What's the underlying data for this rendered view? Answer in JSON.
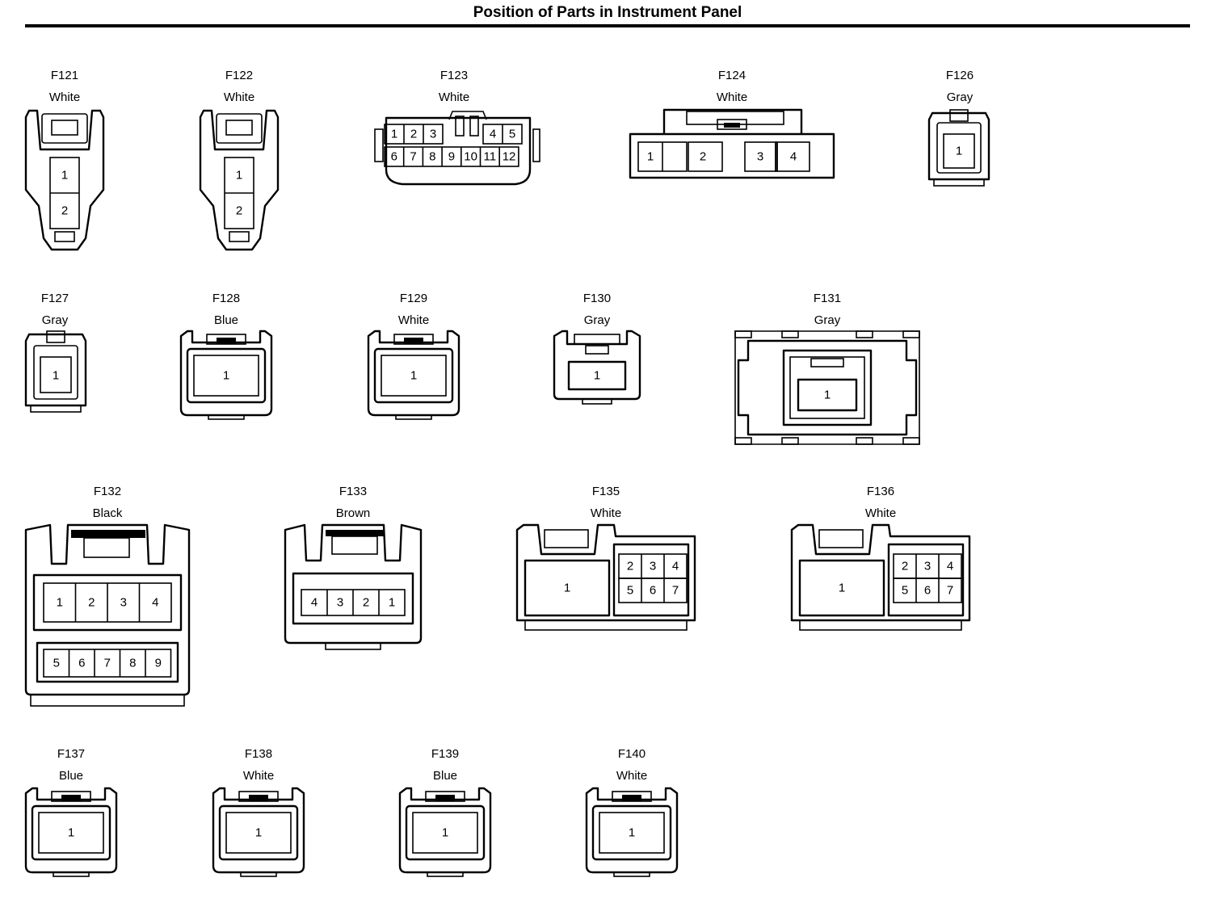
{
  "page": {
    "title": "Position of Parts in Instrument Panel"
  },
  "connectors": [
    {
      "code": "F121",
      "color": "White",
      "pins": [
        "1",
        "2"
      ]
    },
    {
      "code": "F122",
      "color": "White",
      "pins": [
        "1",
        "2"
      ]
    },
    {
      "code": "F123",
      "color": "White",
      "pins": [
        "1",
        "2",
        "3",
        "4",
        "5",
        "6",
        "7",
        "8",
        "9",
        "10",
        "11",
        "12"
      ]
    },
    {
      "code": "F124",
      "color": "White",
      "pins": [
        "1",
        "2",
        "3",
        "4"
      ]
    },
    {
      "code": "F126",
      "color": "Gray",
      "pins": [
        "1"
      ]
    },
    {
      "code": "F127",
      "color": "Gray",
      "pins": [
        "1"
      ]
    },
    {
      "code": "F128",
      "color": "Blue",
      "pins": [
        "1"
      ]
    },
    {
      "code": "F129",
      "color": "White",
      "pins": [
        "1"
      ]
    },
    {
      "code": "F130",
      "color": "Gray",
      "pins": [
        "1"
      ]
    },
    {
      "code": "F131",
      "color": "Gray",
      "pins": [
        "1"
      ]
    },
    {
      "code": "F132",
      "color": "Black",
      "pins": [
        "1",
        "2",
        "3",
        "4",
        "5",
        "6",
        "7",
        "8",
        "9"
      ]
    },
    {
      "code": "F133",
      "color": "Brown",
      "pins": [
        "4",
        "3",
        "2",
        "1"
      ]
    },
    {
      "code": "F135",
      "color": "White",
      "pins": [
        "1",
        "2",
        "3",
        "4",
        "5",
        "6",
        "7"
      ]
    },
    {
      "code": "F136",
      "color": "White",
      "pins": [
        "1",
        "2",
        "3",
        "4",
        "5",
        "6",
        "7"
      ]
    },
    {
      "code": "F137",
      "color": "Blue",
      "pins": [
        "1"
      ]
    },
    {
      "code": "F138",
      "color": "White",
      "pins": [
        "1"
      ]
    },
    {
      "code": "F139",
      "color": "Blue",
      "pins": [
        "1"
      ]
    },
    {
      "code": "F140",
      "color": "White",
      "pins": [
        "1"
      ]
    }
  ]
}
